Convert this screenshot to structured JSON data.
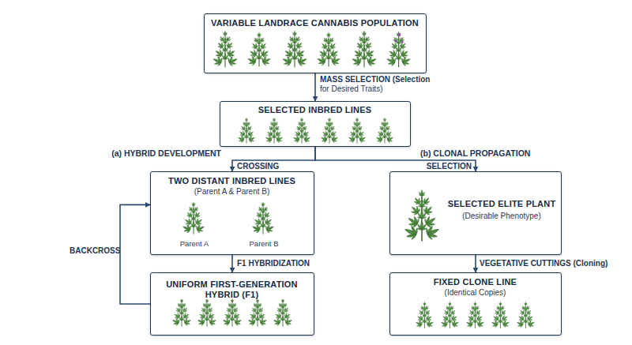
{
  "diagram": {
    "nodes": [
      {
        "text": [
          "VARIABLE LANDRACE CANNABIS POPULATION"
        ]
      },
      {
        "text": [
          "SELECTED INBRED LINES"
        ]
      },
      {
        "text": [
          "TWO DISTANT INBRED LINES",
          "(Parent A & Parent B)",
          "Parent A",
          "Parent B"
        ]
      },
      {
        "text": [
          "SELECTED ELITE PLANT",
          "(Desirable Phenotype)"
        ]
      },
      {
        "text": [
          "UNIFORM FIRST-GENERATION HYBRID (F1)"
        ]
      },
      {
        "text": [
          "FIXED CLONE LINE",
          "(Identical Copies)"
        ]
      }
    ],
    "edges": [
      {
        "from": 0,
        "to": 1,
        "label": "MASS SELECTION (Selection for Desired Traits)",
        "arrow": "to"
      },
      {
        "from": 1,
        "to": 2,
        "label": "CROSSING",
        "arrow": "to"
      },
      {
        "from": 1,
        "to": 3,
        "label": "SELECTION",
        "arrow": "to"
      },
      {
        "from": 2,
        "to": 4,
        "label": "F1 HYBRIDIZATION",
        "arrow": "to"
      },
      {
        "from": 4,
        "to": 2,
        "label": "BACKCROSS",
        "arrow": "to"
      },
      {
        "from": 3,
        "to": 5,
        "label": "VEGETATIVE CUTTINGS (Cloning)",
        "arrow": "to"
      }
    ],
    "labels": [
      "(a) HYBRID DEVELOPMENT",
      "(b) CLONAL PROPAGATION"
    ]
  }
}
